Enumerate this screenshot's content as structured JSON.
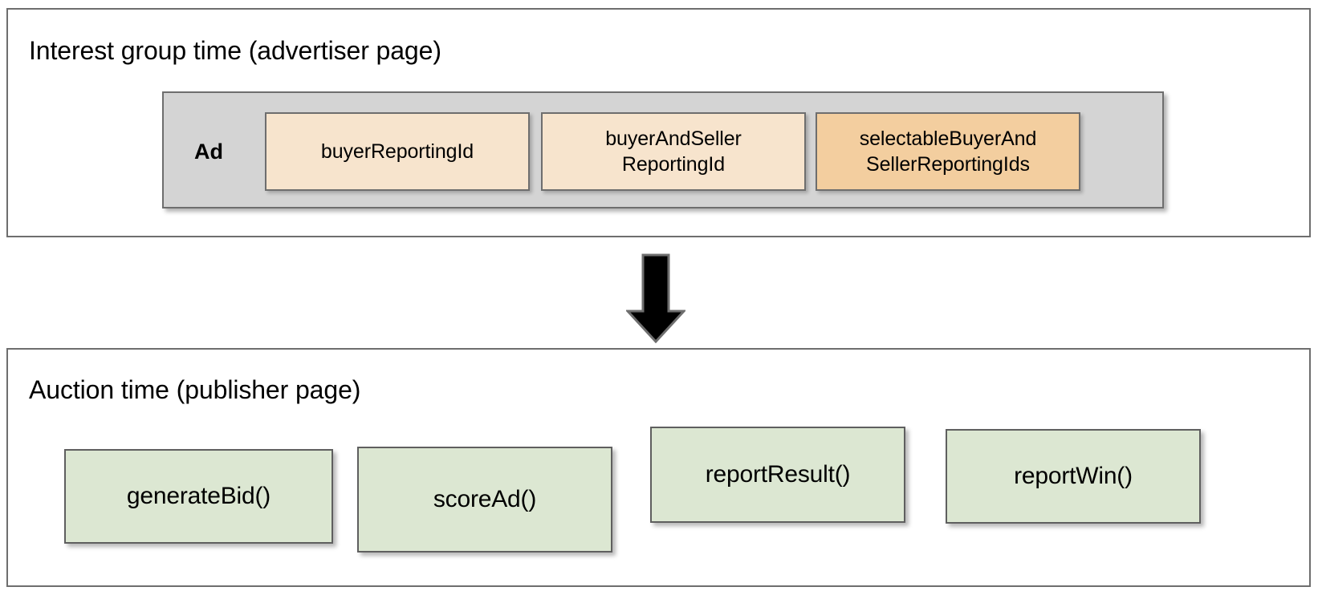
{
  "diagram": {
    "title_absent": true,
    "colors": {
      "panel_border": "#6e6e6e",
      "ad_container_fill": "#d4d4d4",
      "field_light_fill": "#f7e4cd",
      "field_dark_fill": "#f3ce9f",
      "function_fill": "#dce7d2",
      "arrow_fill": "#000000",
      "background": "#ffffff"
    },
    "arrow": {
      "name": "downward-flow-arrow",
      "direction": "down"
    }
  },
  "advertiser_panel": {
    "title": "Interest group time (advertiser page)",
    "ad_label": "Ad",
    "fields": [
      {
        "label": "buyerReportingId",
        "emphasis": "light"
      },
      {
        "label": "buyerAndSeller\nReportingId",
        "line1": "buyerAndSeller",
        "line2": "ReportingId",
        "emphasis": "light"
      },
      {
        "label": "selectableBuyerAnd\nSellerReportingIds",
        "line1": "selectableBuyerAnd",
        "line2": "SellerReportingIds",
        "emphasis": "dark"
      }
    ]
  },
  "publisher_panel": {
    "title": "Auction time (publisher page)",
    "functions": [
      {
        "label": "generateBid()"
      },
      {
        "label": "scoreAd()"
      },
      {
        "label": "reportResult()"
      },
      {
        "label": "reportWin()"
      }
    ]
  }
}
